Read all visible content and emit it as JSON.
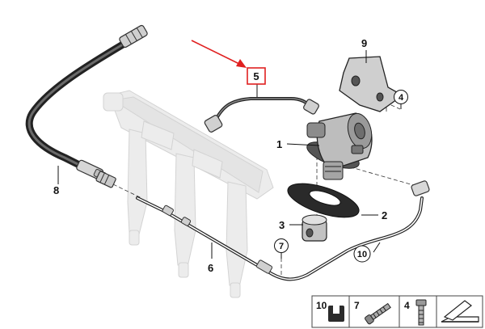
{
  "callouts": {
    "c1": "1",
    "c2": "2",
    "c3": "3",
    "c4": "4",
    "c5": "5",
    "c6": "6",
    "c7": "7",
    "c8": "8",
    "c9": "9",
    "c10": "10"
  },
  "legend": {
    "item_10": "10",
    "item_7": "7",
    "item_4": "4"
  },
  "colors": {
    "highlight": "#e02020",
    "line": "#111111",
    "ghost_part": "#e6e6e6"
  },
  "icons": [
    "rubber-grommet-icon",
    "screw-icon",
    "bolt-icon",
    "cutting-tool-icon"
  ]
}
